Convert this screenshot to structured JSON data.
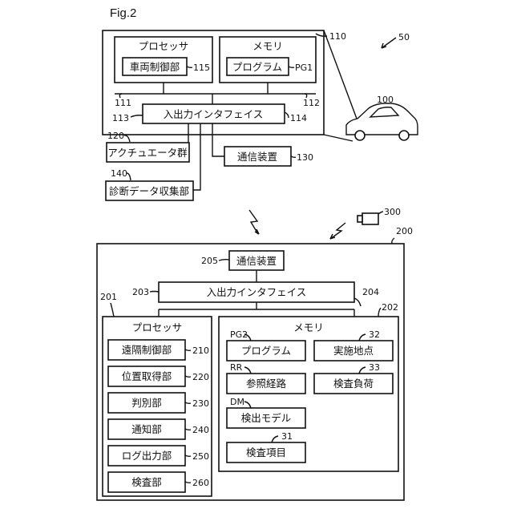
{
  "figure_label": "Fig.2",
  "vehicle": {
    "ref": "100",
    "ref_system": "50",
    "ecu_ref": "110",
    "processor": {
      "title": "プロセッサ",
      "ref_bus": "111",
      "unit": {
        "label": "車両制御部",
        "ref": "115"
      }
    },
    "memory": {
      "title": "メモリ",
      "ref_bus": "112",
      "program": {
        "label": "プログラム",
        "ref": "PG1"
      }
    },
    "io": {
      "label": "入出力インタフェイス",
      "ref_left": "113",
      "ref_right": "114"
    },
    "actuators": {
      "label": "アクチュエータ群",
      "ref": "120"
    },
    "comm": {
      "label": "通信装置",
      "ref": "130"
    },
    "diag": {
      "label": "診断データ収集部",
      "ref": "140"
    }
  },
  "camera": {
    "ref": "300"
  },
  "server": {
    "ref": "200",
    "comm": {
      "label": "通信装置",
      "ref": "205"
    },
    "io": {
      "label": "入出力インタフェイス",
      "ref_left": "203",
      "ref_right": "204"
    },
    "processor": {
      "title": "プロセッサ",
      "ref": "201",
      "units": [
        {
          "label": "遠隔制御部",
          "ref": "210"
        },
        {
          "label": "位置取得部",
          "ref": "220"
        },
        {
          "label": "判別部",
          "ref": "230"
        },
        {
          "label": "通知部",
          "ref": "240"
        },
        {
          "label": "ログ出力部",
          "ref": "250"
        },
        {
          "label": "検査部",
          "ref": "260"
        }
      ]
    },
    "memory": {
      "title": "メモリ",
      "ref": "202",
      "items": [
        {
          "label": "プログラム",
          "ref": "PG2"
        },
        {
          "label": "実施地点",
          "ref": "32"
        },
        {
          "label": "参照経路",
          "ref": "RR"
        },
        {
          "label": "検査負荷",
          "ref": "33"
        },
        {
          "label": "検出モデル",
          "ref": "DM"
        },
        {
          "label": "検査項目",
          "ref": "31"
        }
      ]
    }
  }
}
